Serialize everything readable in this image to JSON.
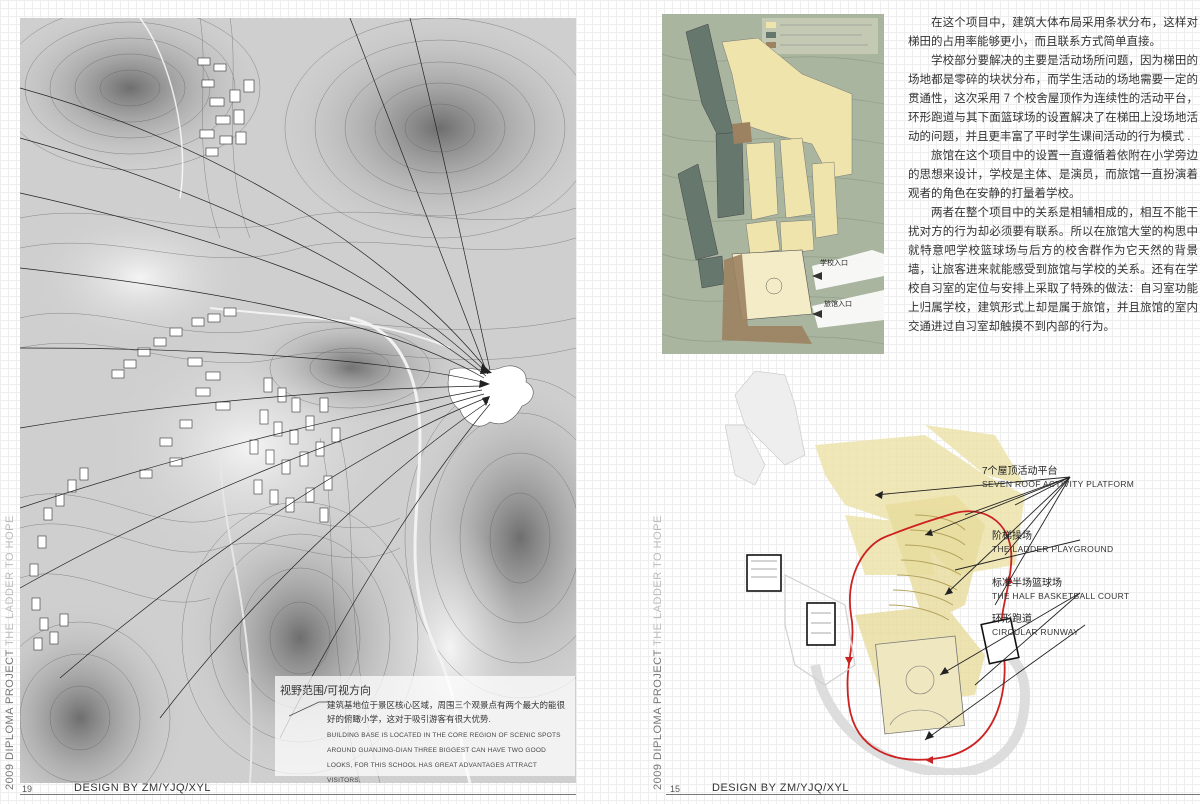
{
  "left_page": {
    "spine": {
      "year_project": "2009 DIPLOMA PROJECT",
      "project_name": "THE LADDER TO HOPE"
    },
    "page_number": "19",
    "credit": "DESIGN BY ZM/YJQ/XYL",
    "caption": {
      "title": "视野范围/可视方向",
      "text_cn": "建筑基地位于景区核心区域，周围三个观景点有两个最大的能很好的俯瞰小学，这对于吸引游客有很大优势.",
      "text_en": "BUILDING BASE IS LOCATED IN THE CORE REGION OF SCENIC SPOTS AROUND GUANJING-DIAN THREE BIGGEST CAN HAVE TWO GOOD LOOKS, FOR THIS SCHOOL HAS GREAT ADVANTAGES ATTRACT VISITORS."
    }
  },
  "right_page": {
    "spine": {
      "year_project": "2009 DIPLOMA PROJECT",
      "project_name": "THE LADDER TO HOPE"
    },
    "page_number": "15",
    "credit": "DESIGN BY ZM/YJQ/XYL",
    "paragraphs": [
      "在这个项目中，建筑大体布局采用条状分布，这样对梯田的占用率能够更小，而且联系方式简单直接。",
      "学校部分要解决的主要是活动场所问题，因为梯田的场地都是零碎的块状分布，而学生活动的场地需要一定的贯通性，这次采用 7 个校舍屋顶作为连续性的活动平台，环形跑道与其下面篮球场的设置解决了在梯田上没场地活动的问题，并且更丰富了平时学生课间活动的行为模式 .",
      "旅馆在这个项目中的设置一直遵循着依附在小学旁边的思想来设计，学校是主体、是演员，而旅馆一直扮演着观者的角色在安静的打量着学校。",
      "两者在整个项目中的关系是相辅相成的，相互不能干扰对方的行为却必须要有联系。所以在旅馆大堂的构思中就特意吧学校篮球场与后方的校舍群作为它天然的背景墙，让旅客进来就能感受到旅馆与学校的关系。还有在学校自习室的定位与安排上采取了特殊的做法：自习室功能上归属学校，建筑形式上却是属于旅馆，并且旅馆的室内交通进过自习室却触摸不到内部的行为。"
    ],
    "site_plan": {
      "entrance_school": "学校入口",
      "entrance_hotel": "旅馆入口"
    },
    "roof_plan": {
      "labels": [
        {
          "cn": "7个屋顶活动平台",
          "en": "SEVEN ROOF ACTIVITY PLATFORM"
        },
        {
          "cn": "阶梯操场",
          "en": "THE LADDER PLAYGROUND"
        },
        {
          "cn": "标准半场篮球场",
          "en": "THE HALF BASKETBALL COURT"
        },
        {
          "cn": "环形跑道",
          "en": "CIRCULAR RUNWAY"
        }
      ]
    }
  },
  "colors": {
    "map_base": "#cfcfcf",
    "terrain_dark": "#8a8a8a",
    "site_green": "#aab5a0",
    "building_cream": "#efe4ab",
    "building_slate": "#66776e",
    "path_brown": "#9c8260",
    "runway_red": "#cc2222",
    "platform_yellow": "#e8dc9c"
  }
}
